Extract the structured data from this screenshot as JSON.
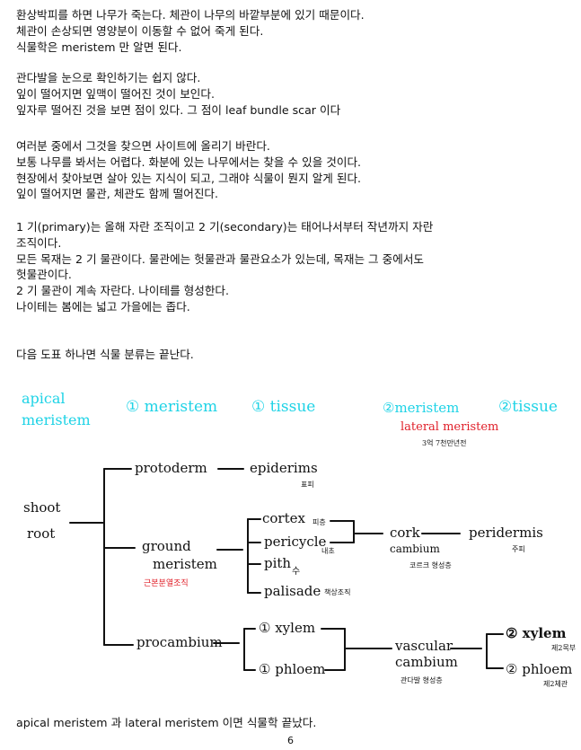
{
  "paragraphs": [
    [
      "환상박피를 하면 나무가 죽는다. 체관이 나무의 바깥부분에 있기 때문이다.",
      "체관이 손상되면 영양분이 이동할 수 없어 죽게 된다.",
      "식물학은 meristem 만 알면 된다."
    ],
    [
      "관다발을 눈으로 확인하기는 쉽지 않다.",
      "잎이 떨어지면 잎맥이 떨어진 것이 보인다.",
      "잎자루 떨어진 것을 보면 점이 있다. 그 점이 leaf bundle scar 이다"
    ],
    [
      "여러분 중에서 그것을 찾으면 사이트에 올리기 바란다.",
      "보통 나무를 봐서는 어렵다. 화분에 있는 나무에서는 찾을 수 있을 것이다.",
      "현장에서 찾아보면 살아 있는 지식이 되고, 그래야 식물이 뭔지 알게 된다.",
      "잎이 떨어지면 물관, 체관도 함께 떨어진다."
    ],
    [
      "1 기(primary)는 올해 자란 조직이고 2 기(secondary)는 태어나서부터 작년까지 자란",
      "조직이다.",
      "모든 목재는 2 기 물관이다. 물관에는 헛물관과 물관요소가 있는데, 목재는 그 중에서도",
      "헛물관이다.",
      "2 기 물관이 계속 자란다. 나이테를 형성한다.",
      "나이테는 봄에는 넓고 가을에는 좁다."
    ],
    [
      "다음 도표 하나면 식물 분류는 끝난다."
    ]
  ],
  "diagram": {
    "headers": {
      "apical_meristem": [
        "apical",
        "meristem"
      ],
      "primary_meristem": "① meristem",
      "primary_tissue": "① tissue",
      "secondary_meristem": "②meristem",
      "secondary_tissue": "②tissue",
      "lateral_meristem": "lateral meristem",
      "lateral_note": "3억 7천만년전"
    },
    "nodes": {
      "shoot": "shoot",
      "root": "root",
      "protoderm": "protoderm",
      "epidermis": "epiderims",
      "epidermis_note": "표피",
      "ground_meristem": [
        "ground",
        "meristem"
      ],
      "ground_note": "근본분열조직",
      "cortex": "cortex",
      "cortex_note": "피층",
      "pericycle": "pericycle",
      "pericycle_note": "내초",
      "pith": "pith",
      "pith_note": "수",
      "palisade": "palisade",
      "palisade_note": "책상조직",
      "cork_cambium": [
        "cork",
        "cambium"
      ],
      "cork_note": "코르크 형성층",
      "periderm": "peridermis",
      "periderm_note": "주피",
      "procambium": "procambium",
      "xylem1": "① xylem",
      "phloem1": "① phloem",
      "vascular_cambium": [
        "vascular",
        "cambium"
      ],
      "vascular_note": "관다발 형성층",
      "xylem2": "② xylem",
      "xylem2_note": "제2목부",
      "phloem2": "② phloem",
      "phloem2_note": "제2체관"
    }
  },
  "footer_text": "apical meristem 과 lateral meristem 이면 식물학 끝났다.",
  "page_number": "6"
}
